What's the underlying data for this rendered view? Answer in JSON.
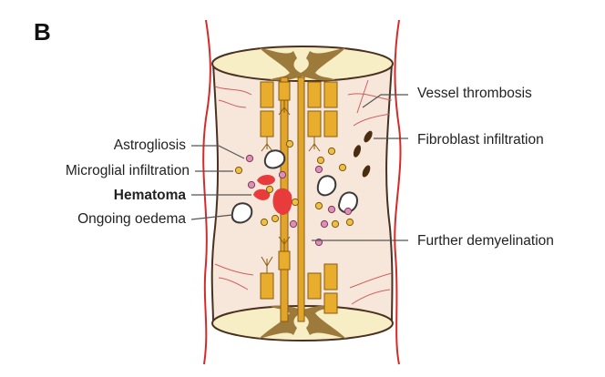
{
  "panel_letter": "B",
  "labels": {
    "vessel_thrombosis": "Vessel thrombosis",
    "fibroblast_infiltration": "Fibroblast infiltration",
    "astrogliosis": "Astrogliosis",
    "microglial_infiltration": "Microglial infiltration",
    "hematoma": "Hematoma",
    "ongoing_oedema": "Ongoing oedema",
    "further_demyelination": "Further demyelination"
  },
  "colors": {
    "cord_fill": "#f7e6da",
    "cord_outline": "#4a3020",
    "cap_fill": "#f8eec5",
    "grey_matter": "#9c7a3c",
    "axon": "#e0a52a",
    "myelin": "#e8ad2d",
    "vessel": "#d62a2a",
    "hematoma": "#e83b3b",
    "microglia": "#efbf44",
    "astrocyte": "#dd8fb5",
    "fibroblast": "#4a2c10",
    "oedema": "#ffffff"
  },
  "icons": [
    "axon-bundle-icon",
    "blood-vessel-icon",
    "astrocyte-icon",
    "microglia-icon",
    "fibroblast-icon",
    "oedema-icon",
    "hematoma-icon"
  ]
}
